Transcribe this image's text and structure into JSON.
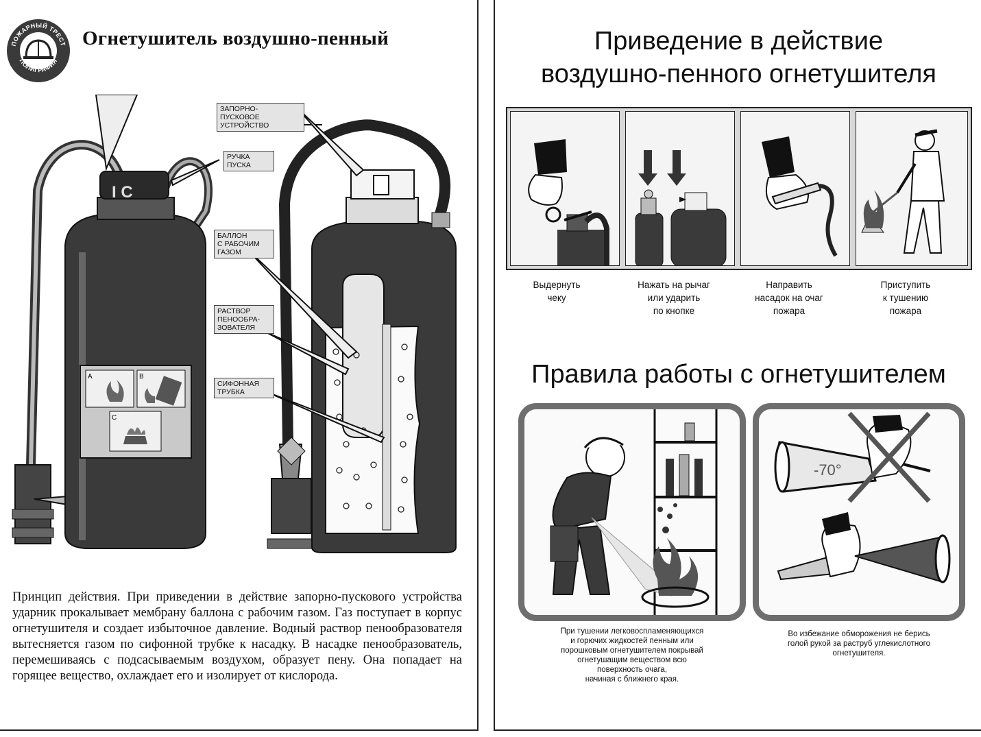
{
  "left": {
    "logo": {
      "ring_text_top": "ПОЖАРНЫЙ ТРЕСТ",
      "ring_text_bottom": "ПОЛИГРАФИЯ",
      "icon": "fire-helmet-icon"
    },
    "title": "Огнетушитель воздушно-пенный",
    "callouts": [
      {
        "text": "ЗАПОРНО-ПУСКОВОЕ УСТРОЙСТВО",
        "lines": [
          "ЗАПОРНО-",
          "ПУСКОВОЕ",
          "УСТРОЙСТВО"
        ]
      },
      {
        "text": "РУЧКА ПУСКА",
        "lines": [
          "РУЧКА",
          "ПУСКА"
        ]
      },
      {
        "text": "БАЛЛОН С РАБОЧИМ ГАЗОМ",
        "lines": [
          "БАЛЛОН",
          "С РАБОЧИМ",
          "ГАЗОМ"
        ]
      },
      {
        "text": "РАСТВОР ПЕНООБРАЗОВАТЕЛЯ",
        "lines": [
          "РАСТВОР",
          "ПЕНООБРА-",
          "ЗОВАТЕЛЯ"
        ]
      },
      {
        "text": "СИФОННАЯ ТРУБКА",
        "lines": [
          "СИФОННАЯ",
          "ТРУБКА"
        ]
      }
    ],
    "class_labels": [
      "A",
      "B",
      "C"
    ],
    "description": "Принцип действия. При приведении в действие запорно-пускового устройства ударник прокалывает мембрану баллона с рабочим газом. Газ поступает в корпус огнетушителя и создает избыточное давление. Водный раствор пенообразователя вытесняется газом по сифонной трубке к насадку. В насадке пенообразователь, перемешиваясь с подсасываемым воздухом, образует пену. Она попадает на горящее вещество, охлаждает его и изолирует от кислорода."
  },
  "right": {
    "title_line1": "Приведение в действие",
    "title_line2": "воздушно-пенного огнетушителя",
    "steps": [
      {
        "lines": [
          "Выдернуть",
          "чеку"
        ]
      },
      {
        "lines": [
          "Нажать на рычаг",
          "или ударить",
          "по кнопке"
        ]
      },
      {
        "lines": [
          "Направить",
          "насадок на очаг",
          "пожара"
        ]
      },
      {
        "lines": [
          "Приступить",
          "к тушению",
          "пожара"
        ]
      }
    ],
    "rules_title": "Правила работы с огнетушителем",
    "rules": [
      {
        "lines": [
          "При тушении легковоспламеняющихся",
          "и горючих жидкостей пенным или",
          "порошковым огнетушителем покрывай",
          "огнетушащим веществом всю",
          "поверхность очага,",
          "начиная с ближнего края."
        ]
      },
      {
        "lines": [
          "Во избежание обморожения не берись",
          "голой рукой за раструб углекислотного",
          "огнетушителя."
        ]
      }
    ],
    "temperature_label": "-70°"
  }
}
